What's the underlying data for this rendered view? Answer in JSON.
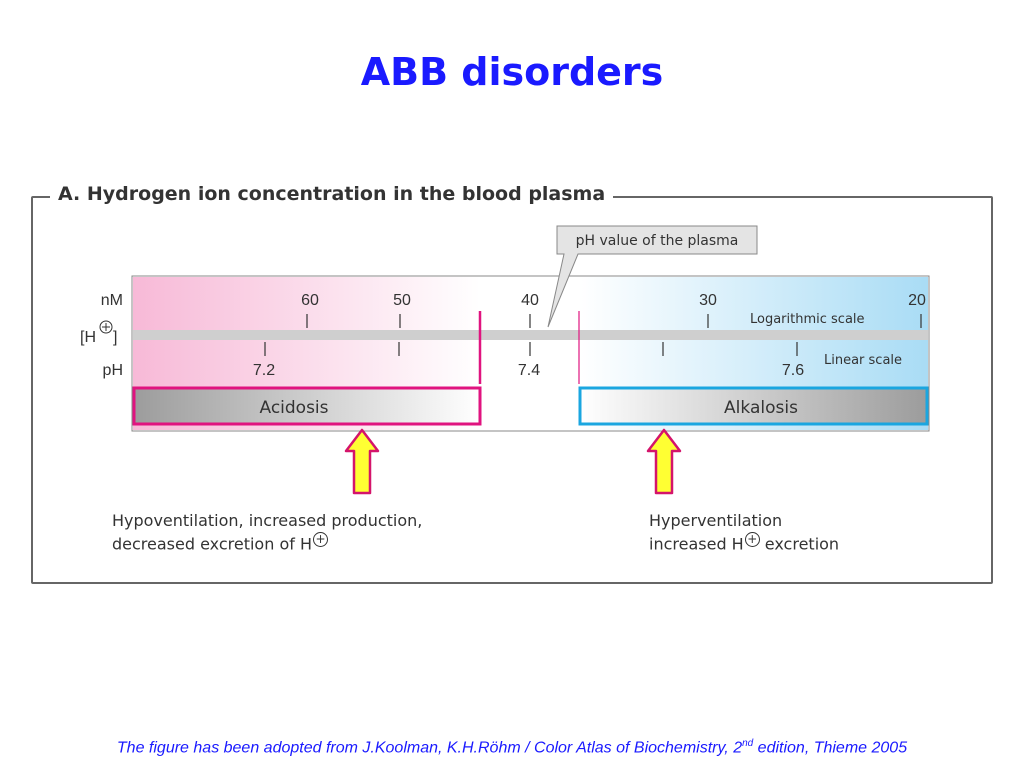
{
  "slide": {
    "title": "ABB disorders"
  },
  "panel": {
    "title": "A. Hydrogen ion concentration in the blood plasma"
  },
  "callout": {
    "text": "pH value of the plasma"
  },
  "axis": {
    "nm_label": "nM",
    "h_label_prefix": "[H",
    "h_label_suffix": "]",
    "ph_label": "pH",
    "nm_ticks": [
      "60",
      "50",
      "40",
      "30",
      "20"
    ],
    "ph_ticks": [
      "7.2",
      "7.4",
      "7.6"
    ],
    "log_scale_label": "Logarithmic scale",
    "linear_scale_label": "Linear scale"
  },
  "conditions": {
    "acidosis": "Acidosis",
    "alkalosis": "Alkalosis"
  },
  "causes": {
    "acidosis_line1": "Hypoventilation, increased production,",
    "acidosis_line2": "decreased excretion of H",
    "alkalosis_line1": "Hyperventilation",
    "alkalosis_line2_a": "increased H",
    "alkalosis_line2_b": " excretion"
  },
  "footer": {
    "text_a": "The figure has been adopted from J.Koolman, K.H.Röhm / Color Atlas of Biochemistry, 2",
    "sup": "nd",
    "text_b": " edition, Thieme 2005"
  },
  "colors": {
    "title": "#1a1aff",
    "acidosis_border": "#e0137f",
    "alkalosis_border": "#1aa6e0",
    "arrow_fill": "#ffff33",
    "arrow_stroke": "#d4146b"
  }
}
